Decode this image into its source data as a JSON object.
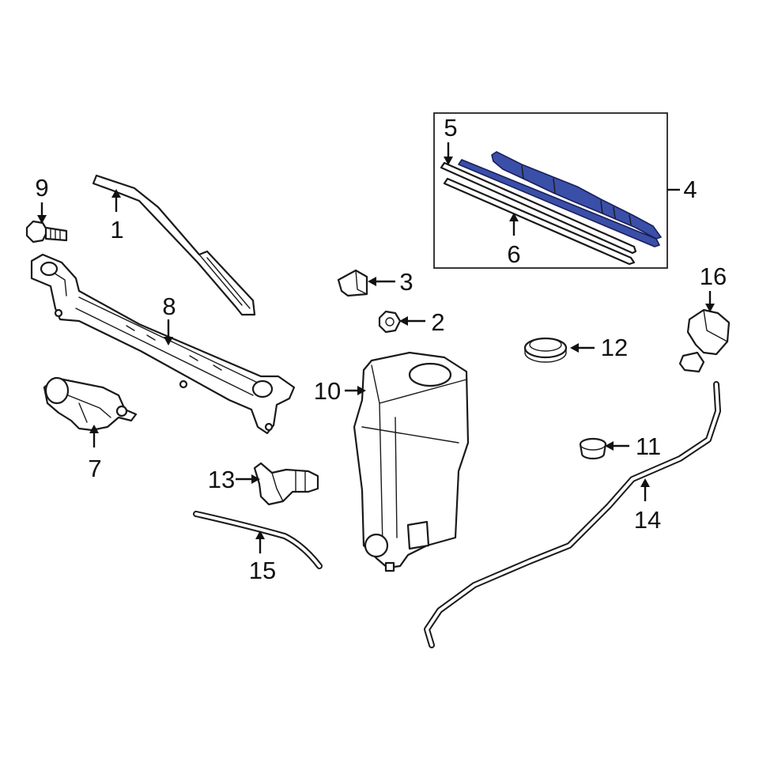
{
  "callouts": {
    "c1": "1",
    "c2": "2",
    "c3": "3",
    "c4": "4",
    "c5": "5",
    "c6": "6",
    "c7": "7",
    "c8": "8",
    "c9": "9",
    "c10": "10",
    "c11": "11",
    "c12": "12",
    "c13": "13",
    "c14": "14",
    "c15": "15",
    "c16": "16"
  },
  "colors": {
    "highlight": "#3a4fa8",
    "line": "#1a1a1a",
    "background": "#ffffff"
  }
}
